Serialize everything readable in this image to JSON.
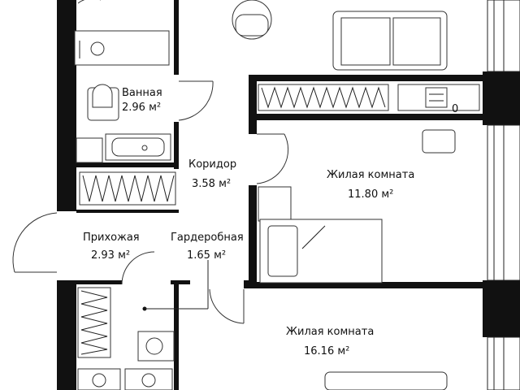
{
  "rooms": [
    {
      "id": "bathroom",
      "name": "Ванная",
      "area": "2.96 м²"
    },
    {
      "id": "corridor",
      "name": "Коридор",
      "area": "3.58 м²"
    },
    {
      "id": "hallway",
      "name": "Прихожая",
      "area": "2.93 м²"
    },
    {
      "id": "wardrobe",
      "name": "Гардеробная",
      "area": "1.65 м²"
    },
    {
      "id": "living-room-1",
      "name": "Жилая комната",
      "area": "11.80 м²"
    },
    {
      "id": "living-room-2",
      "name": "Жилая комната",
      "area": "16.16 м²"
    }
  ],
  "desk_label": "0",
  "colors": {
    "wall": "#111111",
    "line": "#333333",
    "background": "#ffffff"
  }
}
